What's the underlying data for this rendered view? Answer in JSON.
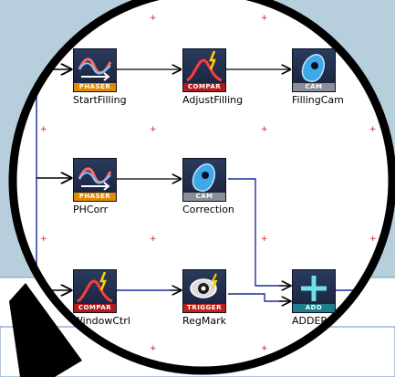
{
  "colors": {
    "background": "#b7cedc",
    "canvas": "#ffffff",
    "wire": "#1a2a9a",
    "grid_marker": "#d01010",
    "tag_phaser": "#e08a00",
    "tag_compar": "#b01a1a",
    "tag_cam": "#8a8e96",
    "tag_trigger": "#c0221a",
    "tag_add": "#1e7f8a"
  },
  "nodes": [
    {
      "id": "startfilling",
      "label": "StartFilling",
      "type_tag": "PHASER",
      "icon": "phaser-icon"
    },
    {
      "id": "adjustfilling",
      "label": "AdjustFilling",
      "type_tag": "COMPAR",
      "icon": "compar-icon"
    },
    {
      "id": "fillingcam",
      "label": "FillingCam",
      "type_tag": "CAM",
      "icon": "cam-icon"
    },
    {
      "id": "phcorr",
      "label": "PHCorr",
      "type_tag": "PHASER",
      "icon": "phaser-icon"
    },
    {
      "id": "correction",
      "label": "Correction",
      "type_tag": "CAM",
      "icon": "cam-icon"
    },
    {
      "id": "windowctrl",
      "label": "WindowCtrl",
      "type_tag": "COMPAR",
      "icon": "compar-icon"
    },
    {
      "id": "regmark",
      "label": "RegMark",
      "type_tag": "TRIGGER",
      "icon": "trigger-icon"
    },
    {
      "id": "adder",
      "label": "ADDER",
      "type_tag": "ADD",
      "icon": "add-icon"
    }
  ]
}
